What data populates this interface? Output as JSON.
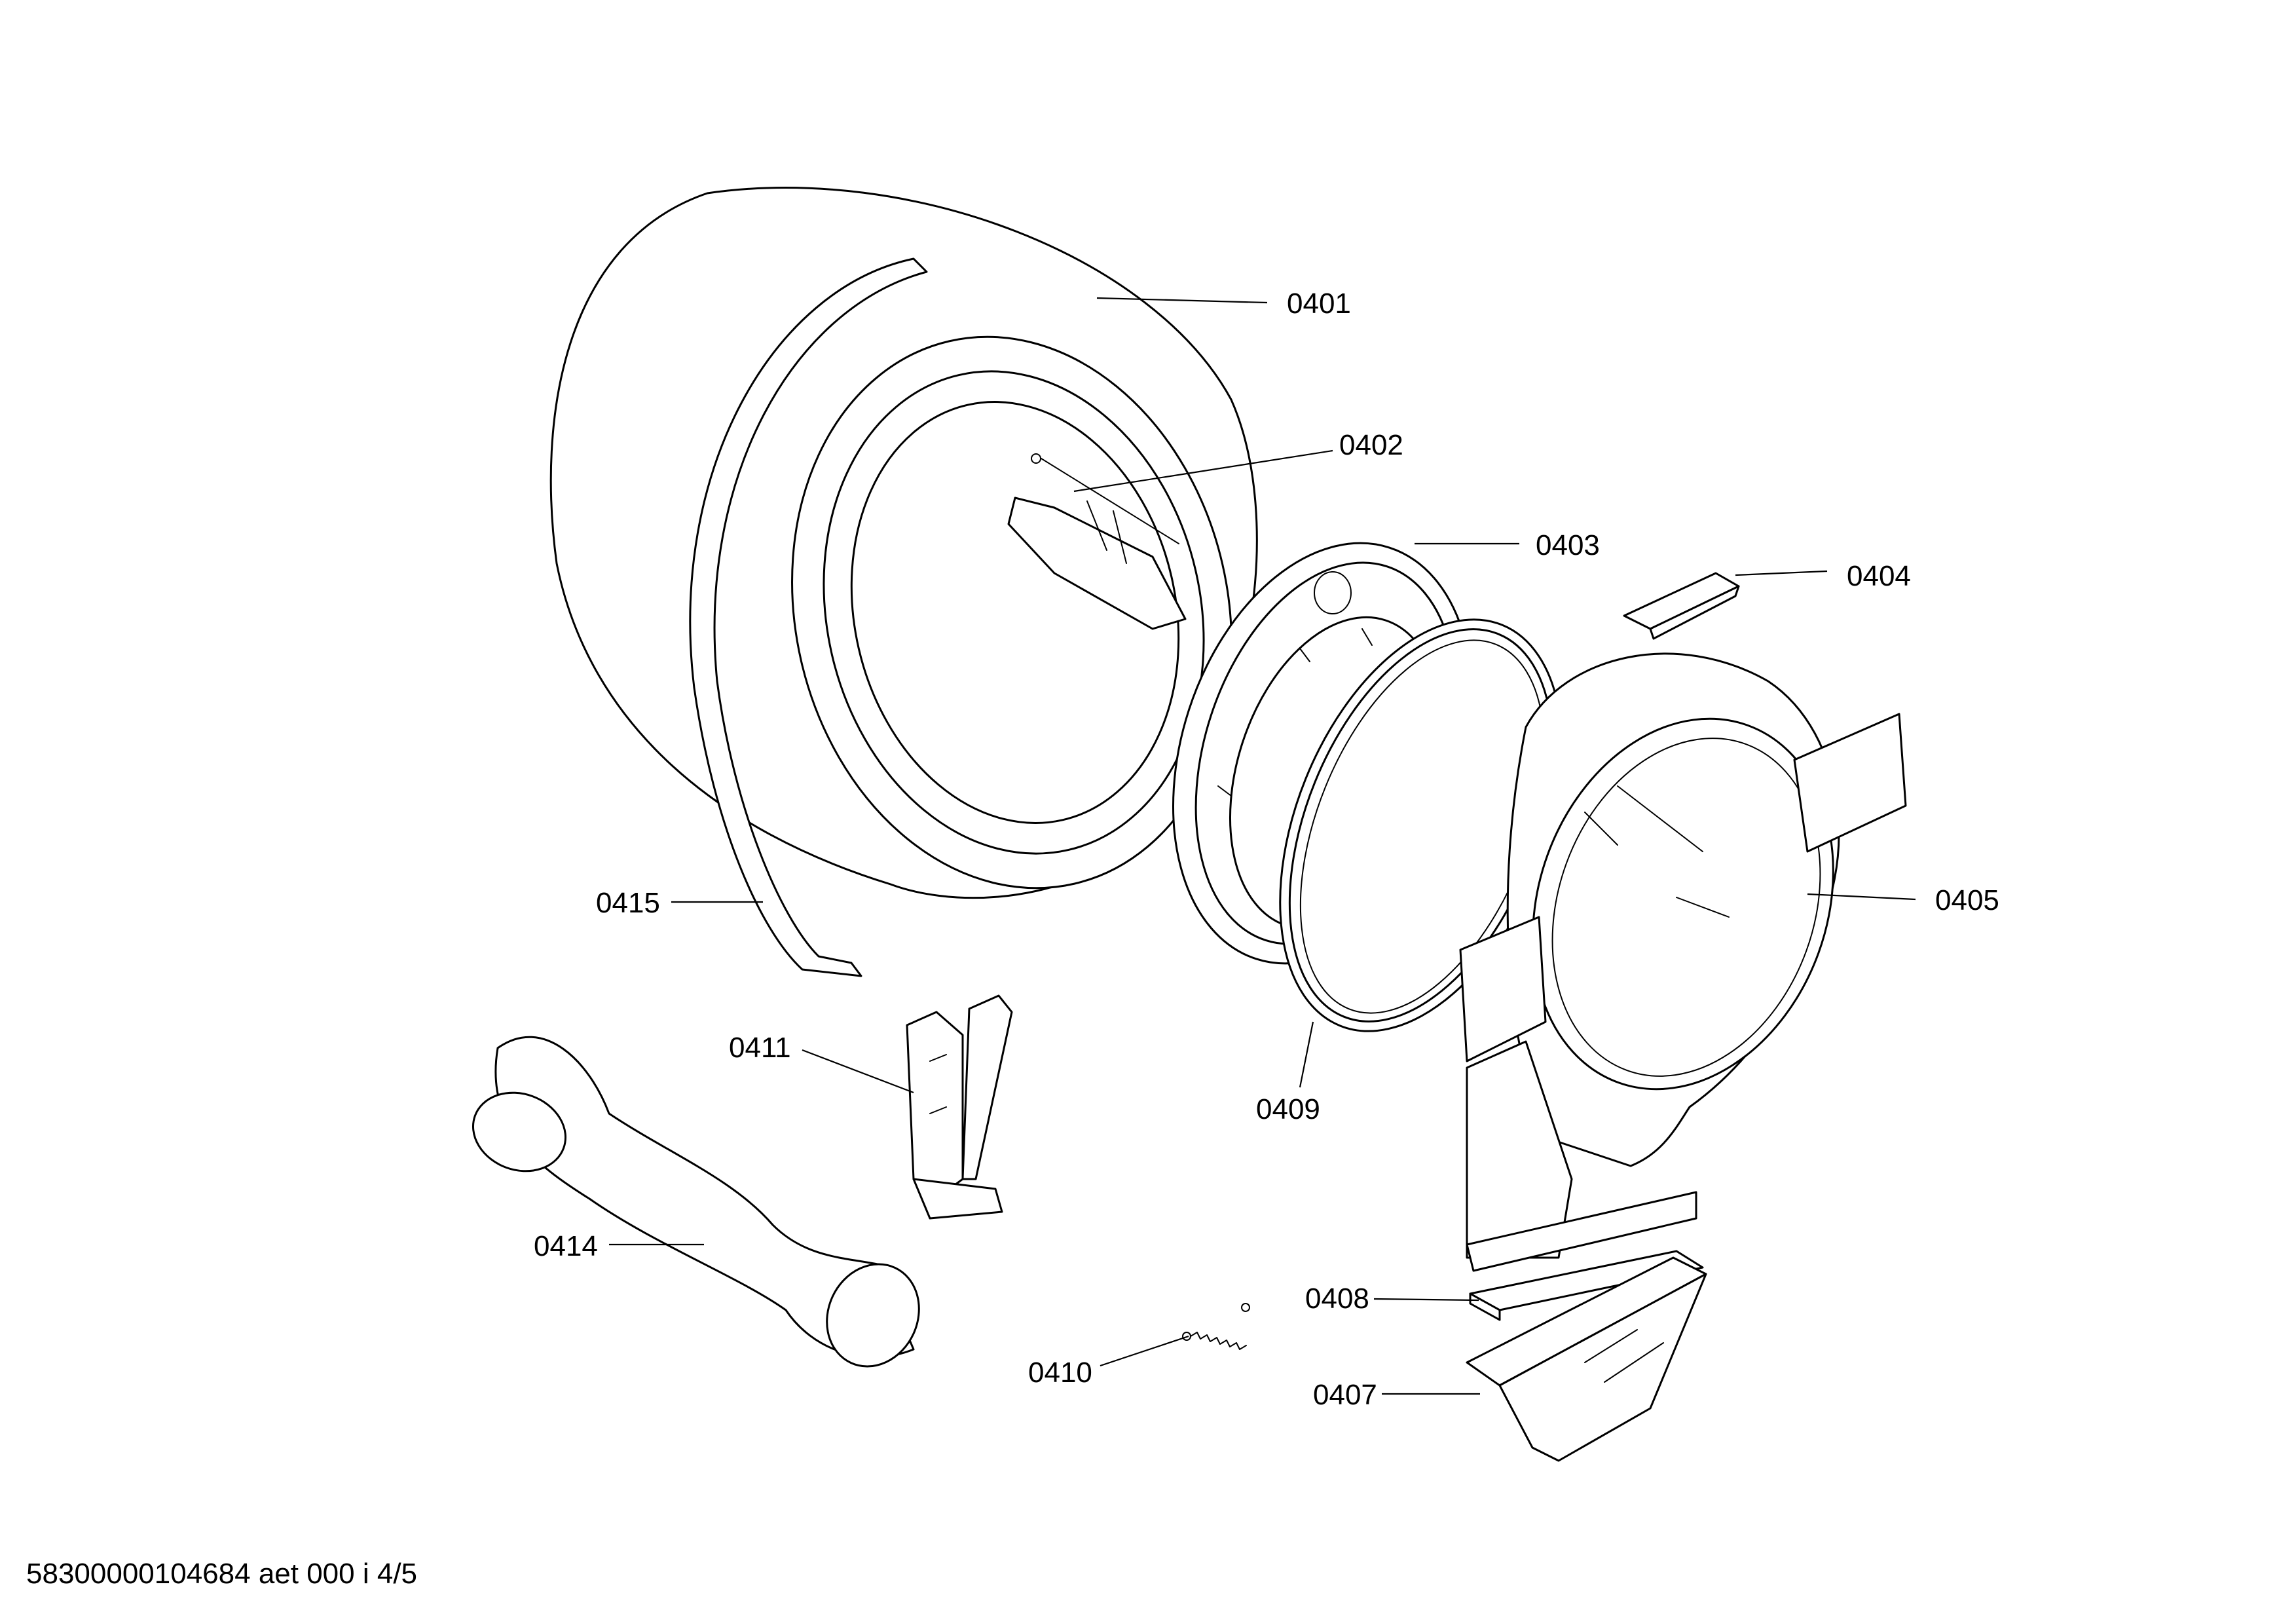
{
  "diagram": {
    "parts": [
      {
        "id": "0401"
      },
      {
        "id": "0402"
      },
      {
        "id": "0403"
      },
      {
        "id": "0404"
      },
      {
        "id": "0405"
      },
      {
        "id": "0407"
      },
      {
        "id": "0408"
      },
      {
        "id": "0409"
      },
      {
        "id": "0410"
      },
      {
        "id": "0411"
      },
      {
        "id": "0414"
      },
      {
        "id": "0415"
      }
    ],
    "colors": {
      "stroke": "#000000",
      "background": "#ffffff"
    }
  },
  "footer": {
    "text": "58300000104684 aet 000 i 4/5"
  }
}
